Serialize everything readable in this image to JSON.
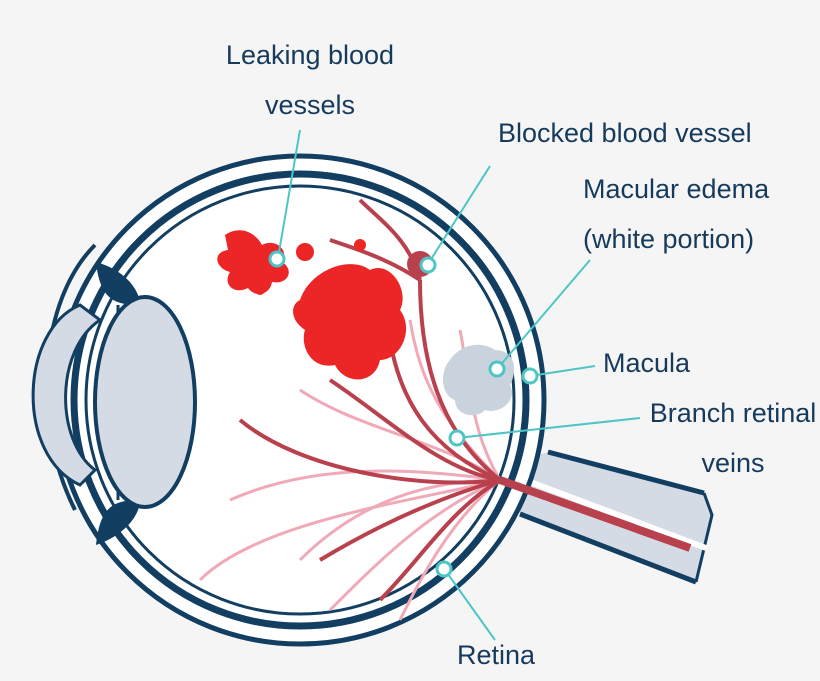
{
  "labels": {
    "leaking": "Leaking blood\nvessels",
    "blocked": "Blocked blood vessel",
    "edema": "Macular edema\n(white portion)",
    "macula": "Macula",
    "branch": "Branch retinal\nveins",
    "retina": "Retina"
  },
  "colors": {
    "outline": "#123e62",
    "fill": "#ffffff",
    "lens": "#d4dbe4",
    "hemorrhage": "#ec2626",
    "vessel": "#b9414d",
    "vessel_light": "#f0a9b7",
    "edema": "#c9d3de",
    "leader": "#4ec5c5",
    "text": "#163a5c"
  }
}
